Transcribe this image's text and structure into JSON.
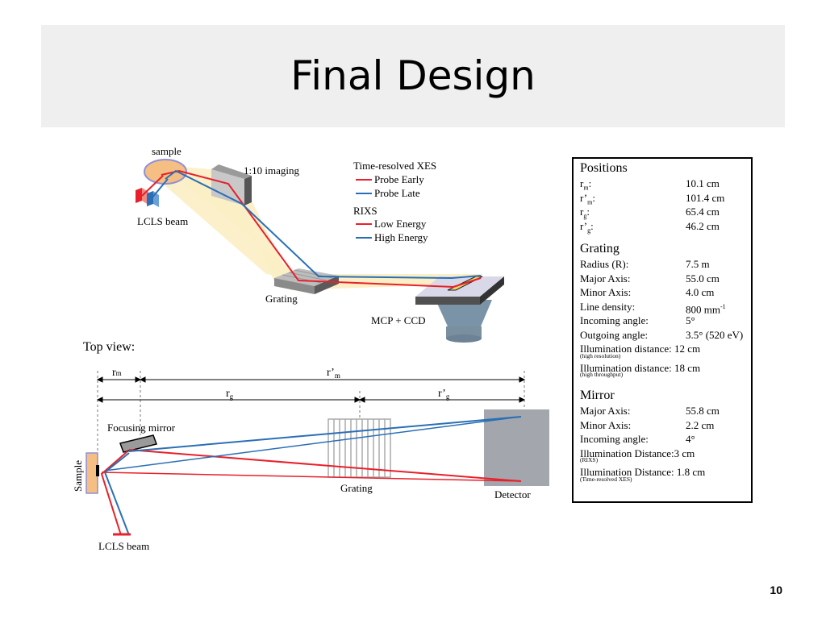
{
  "slide": {
    "title": "Final Design",
    "page_number": "10"
  },
  "perspective": {
    "sample_label": "sample",
    "imaging_label": "1:10 imaging",
    "lcls_label": "LCLS beam",
    "grating_label": "Grating",
    "detector_label": "MCP + CCD"
  },
  "legend": {
    "xes_title": "Time-resolved XES",
    "probe_early": "Probe Early",
    "probe_late": "Probe Late",
    "rixs_title": "RIXS",
    "low_energy": "Low Energy",
    "high_energy": "High Energy",
    "red": "#e8202a",
    "blue": "#2a6fb5"
  },
  "topview": {
    "heading": "Top view:",
    "rm": "r",
    "rm_sub": "m",
    "rpm": "r’",
    "rpm_sub": "m",
    "rg": "r",
    "rg_sub": "g",
    "rpg": "r’",
    "rpg_sub": "g",
    "mirror_label": "Focusing mirror",
    "sample_label": "Sample",
    "grating_label": "Grating",
    "detector_label": "Detector",
    "lcls_label": "LCLS beam"
  },
  "params": {
    "positions": {
      "heading": "Positions",
      "rows": [
        {
          "k": "r",
          "sub": "m",
          "pre": "",
          "colon": ":",
          "v": "10.1 cm"
        },
        {
          "k": "r’",
          "sub": "m",
          "pre": "",
          "colon": ":",
          "v": "101.4 cm"
        },
        {
          "k": "r",
          "sub": "g",
          "pre": "",
          "colon": ":",
          "v": "65.4 cm"
        },
        {
          "k": "r’",
          "sub": "g",
          "pre": "",
          "colon": ":",
          "v": "46.2 cm"
        }
      ]
    },
    "grating": {
      "heading": "Grating",
      "radius_k": "Radius (R):",
      "radius_v": "7.5 m",
      "major_k": "Major Axis:",
      "major_v": "55.0 cm",
      "minor_k": "Minor Axis:",
      "minor_v": "4.0 cm",
      "density_k": "Line density:",
      "density_v": "800 mm",
      "density_sup": "-1",
      "in_k": "Incoming angle:",
      "in_v": "5°",
      "out_k": "Outgoing angle:",
      "out_v": "3.5° (520 eV)",
      "illum1_k": "Illumination distance:",
      "illum1_v": "12 cm",
      "illum1_note": "(high resolution)",
      "illum2_k": "Illumination distance:",
      "illum2_v": "18 cm",
      "illum2_note": "(high throughput)"
    },
    "mirror": {
      "heading": "Mirror",
      "major_k": "Major Axis:",
      "major_v": "55.8 cm",
      "minor_k": "Minor Axis:",
      "minor_v": "2.2 cm",
      "in_k": "Incoming angle:",
      "in_v": "4°",
      "illum1_k": "Illumination Distance:",
      "illum1_v": "3 cm",
      "illum1_note": "(RIXS)",
      "illum2_k": "Illumination Distance:",
      "illum2_v": "1.8 cm",
      "illum2_note": "(Time-resolved XES)"
    }
  }
}
